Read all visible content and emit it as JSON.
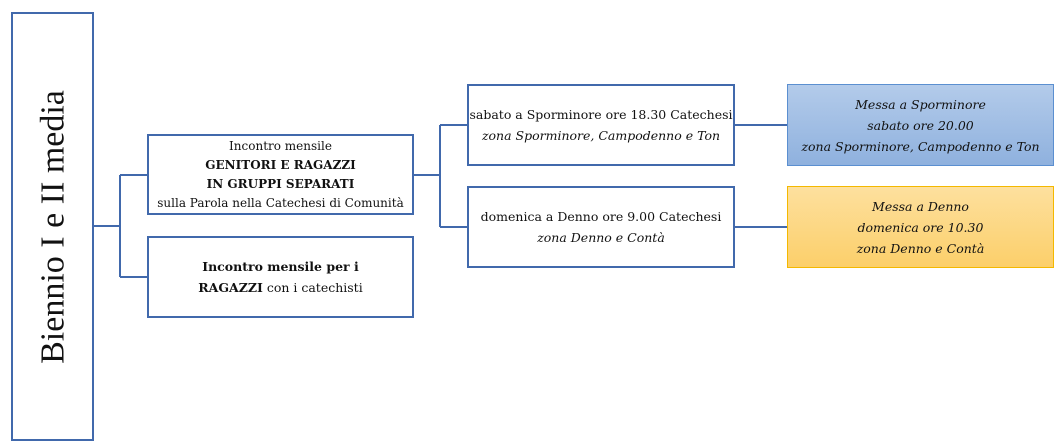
{
  "title": "Biennio I e II media",
  "group_meeting": {
    "line1": "Incontro mensile",
    "line2": "GENITORI E RAGAZZI",
    "line3": "IN GRUPPI SEPARATI",
    "line4": "sulla Parola nella Catechesi di Comunità"
  },
  "kids_meeting": {
    "line1": "Incontro mensile per i",
    "line2_bold": "RAGAZZI",
    "line2_rest": " con i catechisti"
  },
  "catechesis": [
    {
      "line1": "sabato a Sporminore ore 18.30 Catechesi",
      "line2": "zona Sporminore, Campodenno e Ton"
    },
    {
      "line1": "domenica a Denno ore 9.00 Catechesi",
      "line2": "zona Denno e Contà"
    }
  ],
  "mass": [
    {
      "line1": "Messa a Sporminore",
      "line2": "sabato ore 20.00",
      "line3": "zona Sporminore, Campodenno e Ton",
      "color": "#9dbce3"
    },
    {
      "line1": "Messa a Denno",
      "line2": "domenica ore 10.30",
      "line3": "zona Denno e Contà",
      "color": "#fdd680"
    }
  ],
  "colors": {
    "border": "#4169ac"
  }
}
